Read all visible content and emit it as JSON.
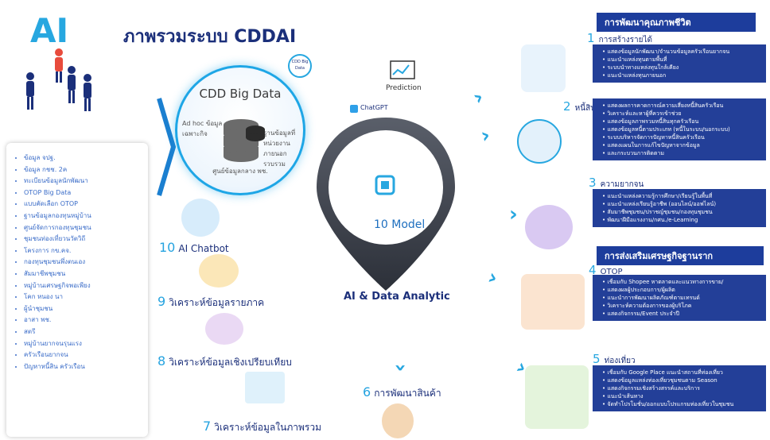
{
  "header": {
    "ai": "AI",
    "title": "ภาพรวมระบบ CDDAI"
  },
  "left_list": [
    "ข้อมูล จปฐ.",
    "ข้อมูล กชช. 2ค",
    "ทะเบียนข้อมูลนักพัฒนา",
    "OTOP Big Data",
    "แบบคัดเลือก OTOP",
    "ฐานข้อมูลกองทุนหมู่บ้าน",
    "ศูนย์จัดการกองทุนชุมชน",
    "ชุมชนท่องเที่ยวนวัตวิถี",
    "โครงการ กข.คจ.",
    "กองทุนชุมชนพึ่งตนเอง",
    "สัมมาชีพชุมชน",
    "หมู่บ้านเศรษฐกิจพอเพียง",
    "โคก หนอง นา",
    "ผู้นำชุมชน",
    "อาสา พช.",
    "สตรี",
    "หมู่บ้านยากจนรุนแรง",
    "ครัวเรือนยากจน",
    "ปัญหาหนี้สิน ครัวเรือน"
  ],
  "bigdata": {
    "title": "CDD Big Data",
    "badge": "CDD Big Data",
    "adhoc": "Ad hoc ข้อมูล เฉพาะกิจ",
    "external": "ฐานข้อมูลที่ หน่วยงาน ภายนอกรวบรวม",
    "center": "ศูนย์ข้อมูลกลาง พช."
  },
  "center": {
    "prediction": "Prediction",
    "chatgpt": "ChatGPT",
    "model": "10 Model",
    "ai_da": "AI & Data Analytic"
  },
  "left_steps": [
    {
      "num": "10",
      "label": "AI Chatbot"
    },
    {
      "num": "9",
      "label": "วิเคราะห์ข้อมูลรายภาค"
    },
    {
      "num": "8",
      "label": "วิเคราะห์ข้อมูลเชิงเปรียบเทียบ"
    },
    {
      "num": "7",
      "label": "วิเคราะห์ข้อมูลในภาพรวม"
    },
    {
      "num": "6",
      "label": "การพัฒนาสินค้า"
    }
  ],
  "sections": {
    "quality": "การพัฒนาคุณภาพชีวิต",
    "economy": "การส่งเสริมเศรษฐกิจฐานราก"
  },
  "right_steps": [
    {
      "num": "1",
      "label": "การสร้างรายได้",
      "bullets": [
        "แสดงข้อมูลนักพัฒนา/จำนวนข้อมูลครัวเรือนยากจน",
        "แนะนำแหล่งทุนตามพื้นที่",
        "ระบบนำทางแหล่งทุนใกล้เคียง",
        "แนะนำแหล่งทุนภายนอก"
      ]
    },
    {
      "num": "2",
      "label": "หนี้สิน",
      "bullets": [
        "แสดงผลการคาดการณ์ความเสี่ยงหนี้สินครัวเรือน",
        "วิเคราะห์และหาผู้ที่ควรเข้าช่วย",
        "แสดงข้อมูลภาพรวมหนี้สินทุกครัวเรือน",
        "แสดงข้อมูลหนี้ตามประเภท (หนี้ในระบบ/นอกระบบ)",
        "ระบบบริหารจัดการปัญหาหนี้สินครัวเรือน",
        "แสดงแผนในการแก้ไขปัญหาจากข้อมูล",
        "และกระบวนการติดตาม"
      ]
    },
    {
      "num": "3",
      "label": "ความยากจน",
      "bullets": [
        "แนะนำแหล่งความรู้การศึกษา/เรียนรู้ในพื้นที่",
        "แนะนำแหล่งเรียนรู้อาชีพ (ออนไลน์/ออฟไลน์)",
        "สัมมาชีพชุมชน/ปราชญ์ชุมชน/กองทุนชุมชน",
        "พัฒนาฝีมือแรงงาน/กศน./e-Learning"
      ]
    },
    {
      "num": "4",
      "label": "OTOP",
      "bullets": [
        "เชื่อมกับ Shopee หาตลาดและแนวทางการขาย/",
        "แสดงผลผู้ประกอบการ/ผู้ผลิต",
        "แนะนำการพัฒนาผลิตภัณฑ์ตามเทรนด์",
        "วิเคราะห์ความต้องการของผู้บริโภค",
        "แสดงกิจกรรม/Event ประจำปี"
      ]
    },
    {
      "num": "5",
      "label": "ท่องเที่ยว",
      "bullets": [
        "เชื่อมกับ Google Place แนะนำสถานที่ท่องเที่ยว",
        "แสดงข้อมูลแหล่งท่องเที่ยวชุมชนตาม Season",
        "แสดงกิจกรรมเชิงสร้างสรรค์และบริการ",
        "แนะนำเส้นทาง",
        "จัดทำโปรโมชั่น/ออกแบบโปรแกรมท่องเที่ยวในชุมชน"
      ]
    }
  ]
}
